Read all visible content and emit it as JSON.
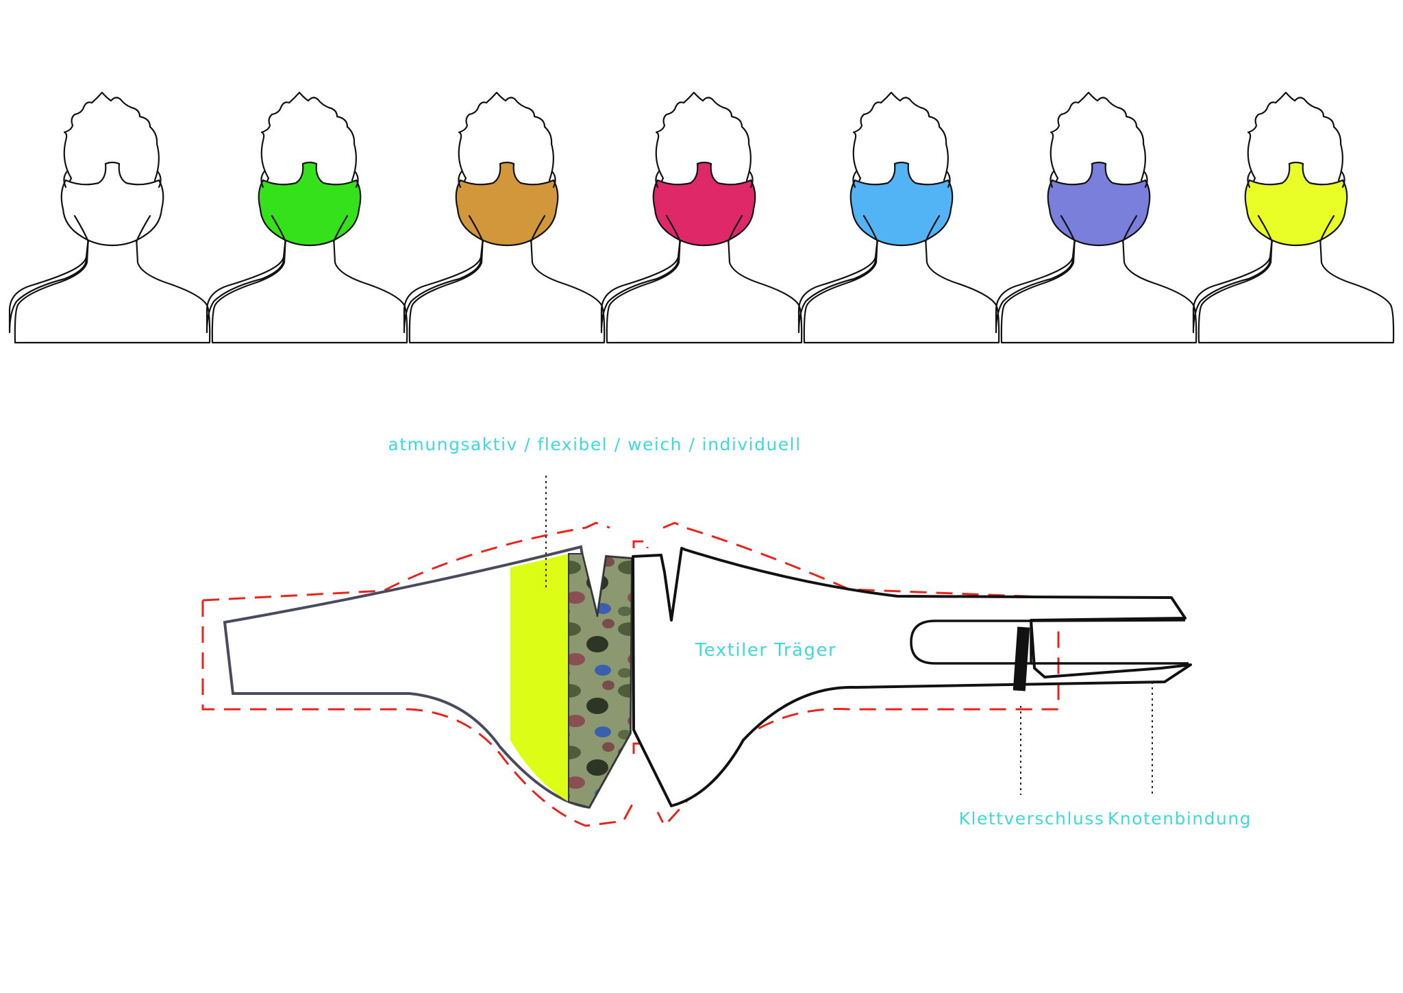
{
  "masks": [
    {
      "name": "white",
      "color": "#ffffff"
    },
    {
      "name": "green",
      "color": "#35e11a"
    },
    {
      "name": "ochre",
      "color": "#d1973a"
    },
    {
      "name": "pink",
      "color": "#df2868"
    },
    {
      "name": "blue",
      "color": "#52b4f5"
    },
    {
      "name": "violet",
      "color": "#7a7fdb"
    },
    {
      "name": "yellow",
      "color": "#e9fd27"
    }
  ],
  "annotations": {
    "properties": "atmungsaktiv / flexibel / weich / individuell",
    "carrier": "Textiler Träger",
    "velcro": "Klettverschluss",
    "knot": "Knotenbindung"
  },
  "colors": {
    "label": "#3fd8dc",
    "seam_allowance": "#e8231b",
    "outline": "#111111",
    "neon_fabric": "#dcfd16",
    "camo_base": "#8c9870"
  }
}
